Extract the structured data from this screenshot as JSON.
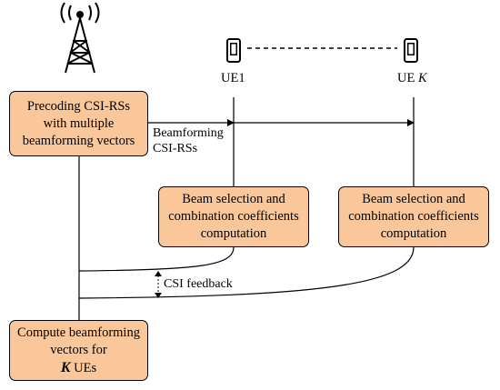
{
  "boxes": {
    "precoding": "Precoding CSI-RSs\nwith multiple\nbeamforming vectors",
    "beam_ue1": "Beam selection and\ncombination coefficients\ncomputation",
    "beam_uek": "Beam selection and\ncombination coefficients\ncomputation",
    "compute": "Compute beamforming\nvectors for"
  },
  "compute_k": "K",
  "compute_tail": "UEs",
  "ue1_label": "UE1",
  "uek_prefix": "UE",
  "uek_k": "K",
  "arrow_label": "Beamforming\nCSI-RSs",
  "feedback_label": "CSI feedback",
  "icons": [
    "cell-tower-icon",
    "phone-icon"
  ]
}
